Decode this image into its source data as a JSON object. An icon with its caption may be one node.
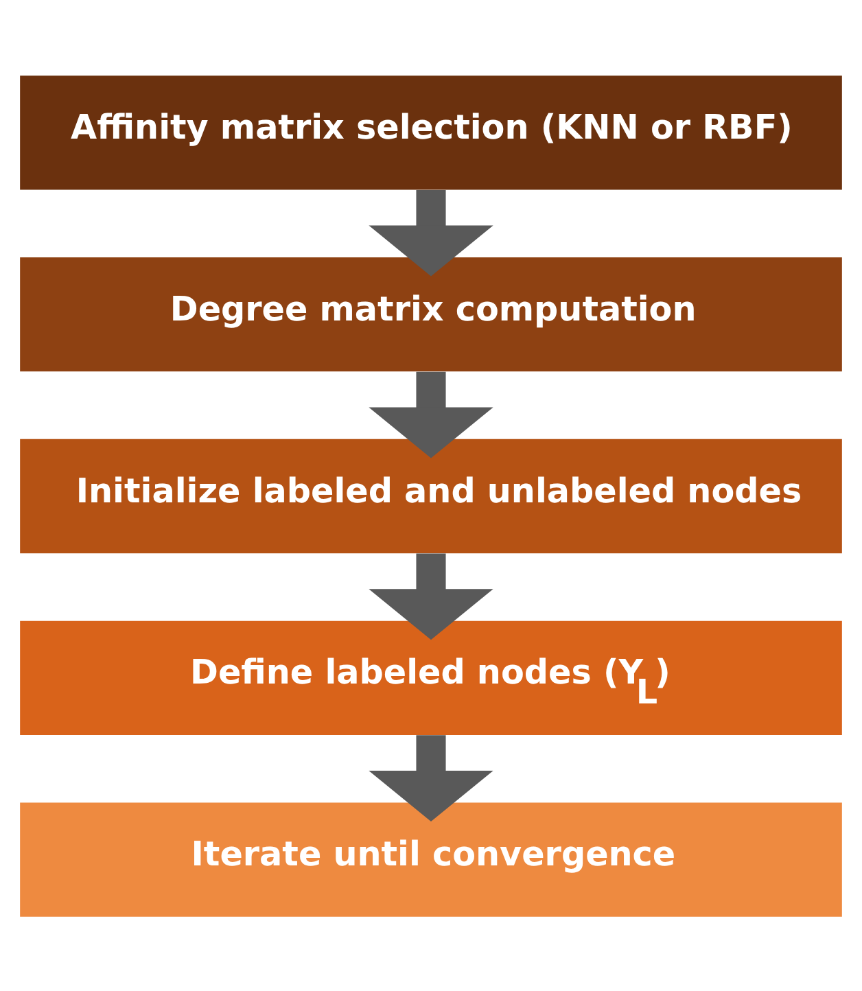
{
  "diagram": {
    "nodes": [
      {
        "text": [
          "Affinity matrix selection (KNN or RBF)"
        ]
      },
      {
        "text": [
          "Degree matrix computation"
        ]
      },
      {
        "text": [
          "Initialize labeled and unlabeled nodes"
        ]
      },
      {
        "text": [
          "Define labeled nodes (Y$_{L}$)"
        ]
      },
      {
        "text": [
          "Iterate until convergence"
        ]
      }
    ],
    "edges": [
      {
        "from": 0,
        "to": 1,
        "arrow": "to"
      },
      {
        "from": 1,
        "to": 2,
        "arrow": "to"
      },
      {
        "from": 2,
        "to": 3,
        "arrow": "to"
      },
      {
        "from": 3,
        "to": 4,
        "arrow": "to"
      }
    ]
  }
}
